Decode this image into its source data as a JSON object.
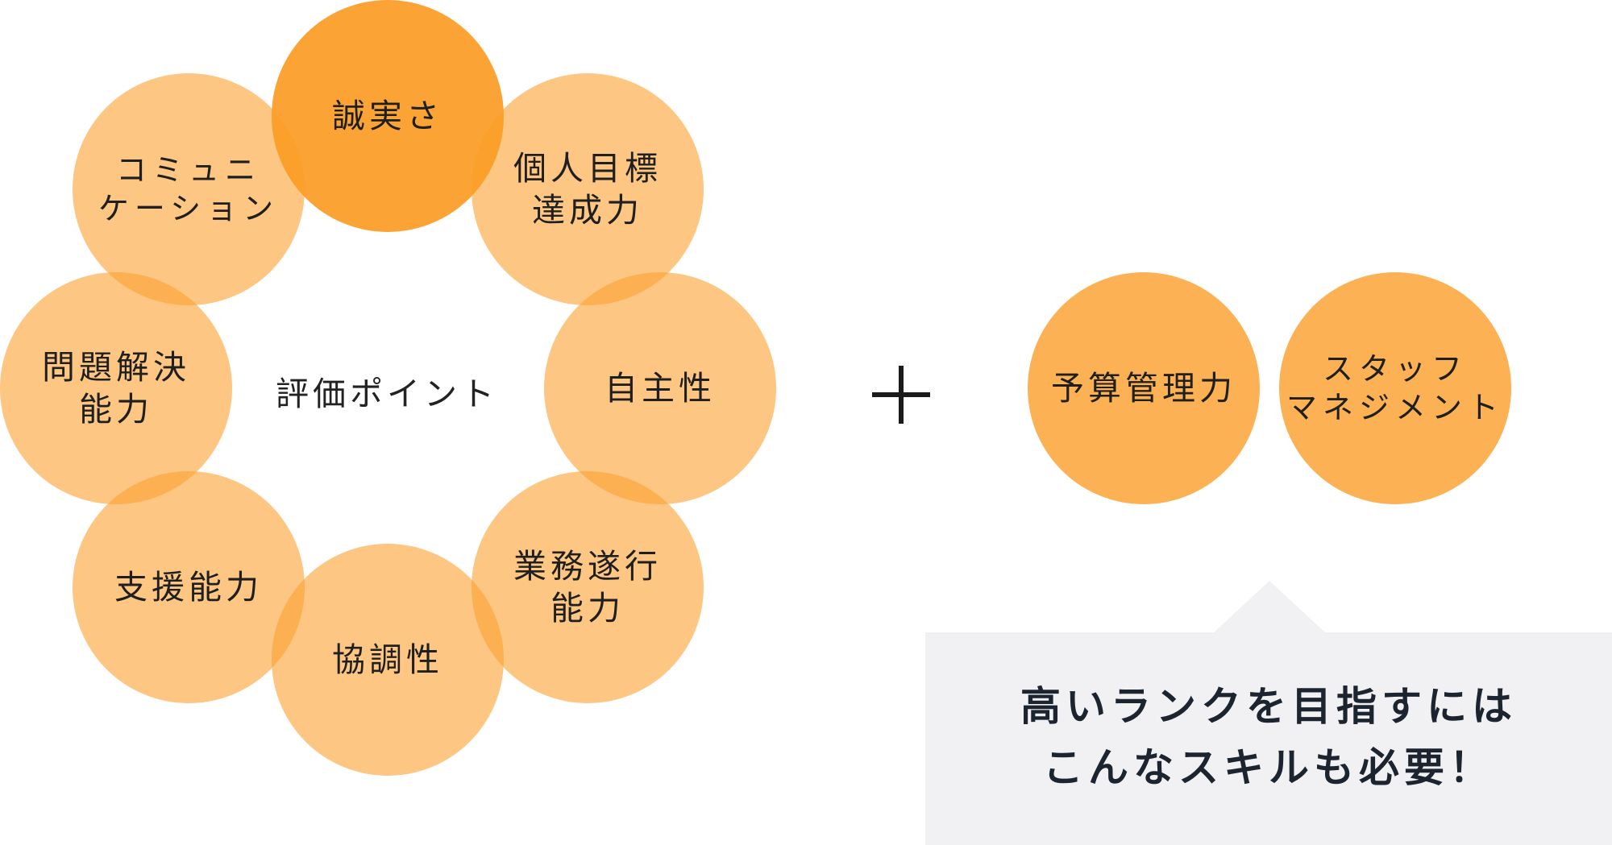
{
  "diagram": {
    "center_label": "評価ポイント",
    "ring_items": [
      {
        "label": "誠実さ"
      },
      {
        "label": "個人目標\n達成力"
      },
      {
        "label": "自主性"
      },
      {
        "label": "業務遂行\n能力"
      },
      {
        "label": "協調性"
      },
      {
        "label": "支援能力"
      },
      {
        "label": "問題解決\n能力"
      },
      {
        "label": "コミュニ\nケーション"
      }
    ],
    "plus_symbol": "+",
    "extra_items": [
      {
        "label": "予算管理力"
      },
      {
        "label": "スタッフ\nマネジメント"
      }
    ],
    "callout_text": "高いランクを目指すには\nこんなスキルも必要！"
  },
  "colors": {
    "orange": "#FB9C24",
    "orange_light": "#FCC680",
    "callout_bg": "#F1F1F3",
    "callout_text": "#1C2430"
  }
}
